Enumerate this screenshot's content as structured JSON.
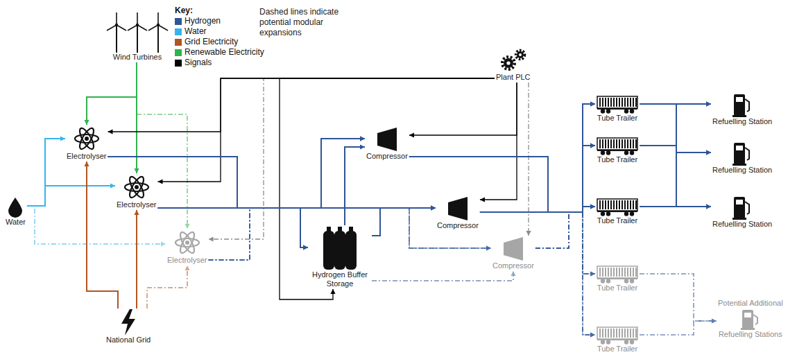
{
  "diagram": {
    "nodes": [
      {
        "text": [
          "Wind Turbines"
        ]
      },
      {
        "text": [
          "Electrolyser"
        ]
      },
      {
        "text": [
          "Electrolyser"
        ]
      },
      {
        "text": [
          "Electrolyser"
        ]
      },
      {
        "text": [
          "Water"
        ]
      },
      {
        "text": [
          "National Grid"
        ]
      },
      {
        "text": [
          "Plant PLC"
        ]
      },
      {
        "text": [
          "Compressor"
        ]
      },
      {
        "text": [
          "Compressor"
        ]
      },
      {
        "text": [
          "Compressor"
        ]
      },
      {
        "text": [
          "Hydrogen Buffer Storage"
        ]
      },
      {
        "text": [
          "Tube Trailer"
        ]
      },
      {
        "text": [
          "Tube Trailer"
        ]
      },
      {
        "text": [
          "Tube Trailer"
        ]
      },
      {
        "text": [
          "Tube Trailer"
        ]
      },
      {
        "text": [
          "Tube Trailer"
        ]
      },
      {
        "text": [
          "Refuelling Station"
        ]
      },
      {
        "text": [
          "Refuelling Station"
        ]
      },
      {
        "text": [
          "Refuelling Station"
        ]
      },
      {
        "text": [
          "Potential Additional",
          "Refuelling Stations"
        ]
      }
    ],
    "edges": [
      {
        "from": 0,
        "to": 1,
        "arrow": "to"
      },
      {
        "from": 0,
        "to": 2,
        "arrow": "to"
      },
      {
        "from": 0,
        "to": 3,
        "arrow": "to"
      },
      {
        "from": 4,
        "to": 1,
        "arrow": "to"
      },
      {
        "from": 4,
        "to": 2,
        "arrow": "to"
      },
      {
        "from": 4,
        "to": 3,
        "arrow": "to"
      },
      {
        "from": 5,
        "to": 1,
        "arrow": "to"
      },
      {
        "from": 5,
        "to": 2,
        "arrow": "to"
      },
      {
        "from": 5,
        "to": 3,
        "arrow": "to"
      },
      {
        "from": 6,
        "to": 1,
        "arrow": "to"
      },
      {
        "from": 6,
        "to": 2,
        "arrow": "to"
      },
      {
        "from": 6,
        "to": 3,
        "arrow": "to"
      },
      {
        "from": 6,
        "to": 7,
        "arrow": "to"
      },
      {
        "from": 6,
        "to": 8,
        "arrow": "to"
      },
      {
        "from": 6,
        "to": 9,
        "arrow": "to"
      },
      {
        "from": 6,
        "to": 10,
        "arrow": "to"
      },
      {
        "from": 1,
        "to": 7,
        "arrow": "to"
      },
      {
        "from": 1,
        "to": 8,
        "arrow": "to"
      },
      {
        "from": 1,
        "to": 9,
        "arrow": "to"
      },
      {
        "from": 1,
        "to": 10,
        "arrow": "to"
      },
      {
        "from": 2,
        "to": 7,
        "arrow": "to"
      },
      {
        "from": 2,
        "to": 8,
        "arrow": "to"
      },
      {
        "from": 2,
        "to": 9,
        "arrow": "to"
      },
      {
        "from": 2,
        "to": 10,
        "arrow": "to"
      },
      {
        "from": 3,
        "to": 7,
        "arrow": "to"
      },
      {
        "from": 3,
        "to": 8,
        "arrow": "to"
      },
      {
        "from": 3,
        "to": 9,
        "arrow": "to"
      },
      {
        "from": 3,
        "to": 10,
        "arrow": "to"
      },
      {
        "from": 10,
        "to": 7,
        "arrow": "to"
      },
      {
        "from": 10,
        "to": 8,
        "arrow": "to"
      },
      {
        "from": 10,
        "to": 9,
        "arrow": "to"
      },
      {
        "from": 7,
        "to": 11,
        "arrow": "to"
      },
      {
        "from": 7,
        "to": 12,
        "arrow": "to"
      },
      {
        "from": 7,
        "to": 13,
        "arrow": "to"
      },
      {
        "from": 7,
        "to": 14,
        "arrow": "to"
      },
      {
        "from": 7,
        "to": 15,
        "arrow": "to"
      },
      {
        "from": 8,
        "to": 11,
        "arrow": "to"
      },
      {
        "from": 8,
        "to": 12,
        "arrow": "to"
      },
      {
        "from": 8,
        "to": 13,
        "arrow": "to"
      },
      {
        "from": 8,
        "to": 14,
        "arrow": "to"
      },
      {
        "from": 8,
        "to": 15,
        "arrow": "to"
      },
      {
        "from": 9,
        "to": 11,
        "arrow": "to"
      },
      {
        "from": 9,
        "to": 12,
        "arrow": "to"
      },
      {
        "from": 9,
        "to": 13,
        "arrow": "to"
      },
      {
        "from": 9,
        "to": 14,
        "arrow": "to"
      },
      {
        "from": 9,
        "to": 15,
        "arrow": "to"
      },
      {
        "from": 11,
        "to": 16,
        "arrow": "to"
      },
      {
        "from": 11,
        "to": 17,
        "arrow": "to"
      },
      {
        "from": 11,
        "to": 18,
        "arrow": "to"
      },
      {
        "from": 12,
        "to": 16,
        "arrow": "to"
      },
      {
        "from": 12,
        "to": 17,
        "arrow": "to"
      },
      {
        "from": 12,
        "to": 18,
        "arrow": "to"
      },
      {
        "from": 13,
        "to": 16,
        "arrow": "to"
      },
      {
        "from": 13,
        "to": 17,
        "arrow": "to"
      },
      {
        "from": 13,
        "to": 18,
        "arrow": "to"
      },
      {
        "from": 14,
        "to": 19,
        "arrow": "to"
      },
      {
        "from": 15,
        "to": 19,
        "arrow": "to"
      }
    ],
    "labels": [
      "Key:",
      "Dashed lines indicate potential modular expansions"
    ],
    "legend": [
      {
        "text": "Hydrogen",
        "color": "#2f5597"
      },
      {
        "text": "Water",
        "color": "#33b5ef"
      },
      {
        "text": "Grid Electricity",
        "color": "#b35420"
      },
      {
        "text": "Renewable Electricity",
        "color": "#2fb34c"
      },
      {
        "text": "Signals",
        "color": "#000000"
      }
    ]
  }
}
